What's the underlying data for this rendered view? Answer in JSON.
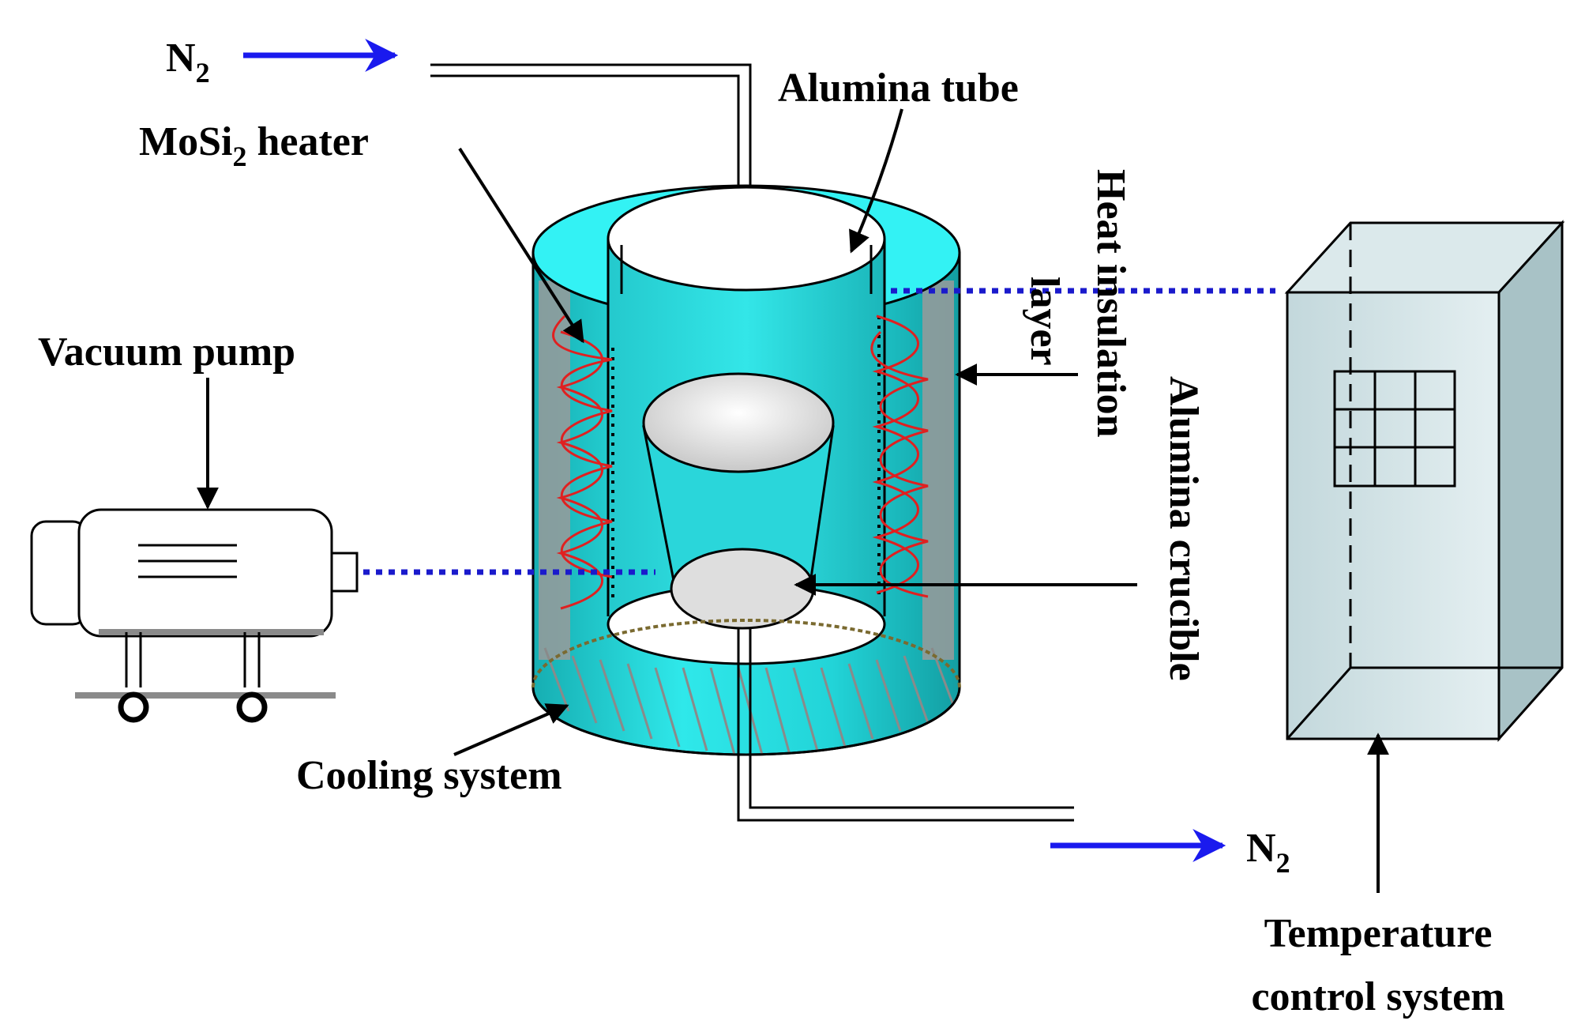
{
  "labels": {
    "n2_in": "N",
    "n2_in_sub": "2",
    "n2_out": "N",
    "n2_out_sub": "2",
    "alumina_tube": "Alumina tube",
    "heater_prefix": "MoSi",
    "heater_sub": "2",
    "heater_suffix": " heater",
    "heat_insulation_line1": "Heat insulation",
    "heat_insulation_line2": "layer",
    "vacuum_pump": "Vacuum pump",
    "alumina_crucible": "Alumina crucible",
    "cooling_system": "Cooling system",
    "temp_control_line1": "Temperature",
    "temp_control_line2": "control system"
  },
  "colors": {
    "furnace_fill": "#2fe8ea",
    "furnace_dark": "#18b8bc",
    "insulation_gray": "#9a9a9a",
    "heater_coil": "#e02020",
    "flow_arrow": "#1a1aee",
    "dotted_link": "#1a1acc",
    "cabinet_fill": "#cfe0e3",
    "cabinet_side": "#a8c2c6",
    "crucible_fill": "#dedede"
  }
}
